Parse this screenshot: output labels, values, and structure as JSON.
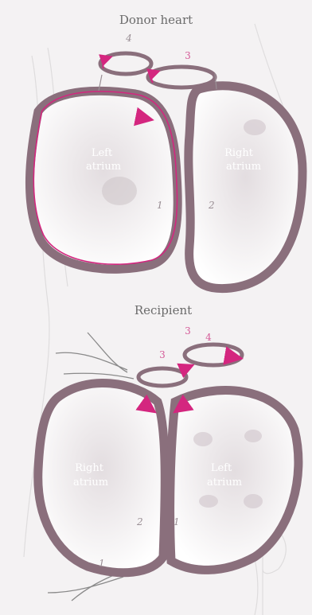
{
  "titles": {
    "donor": "Donor heart",
    "recipient": "Recipient"
  },
  "donor": {
    "left_label_1": "Left",
    "left_label_2": "atrium",
    "right_label_1": "Right",
    "right_label_2": "atrium",
    "nums": [
      "4",
      "3",
      "1",
      "2"
    ]
  },
  "recipient": {
    "right_label_1": "Right",
    "right_label_2": "atrium",
    "left_label_1": "Left",
    "left_label_2": "atrium",
    "nums": [
      "3",
      "3",
      "4",
      "2",
      "1",
      "1"
    ]
  },
  "colors": {
    "wall": "#8a6f7c",
    "wall_light": "#b8a2ad",
    "suture": "#d4267f",
    "bg": "#f4f2f3"
  }
}
